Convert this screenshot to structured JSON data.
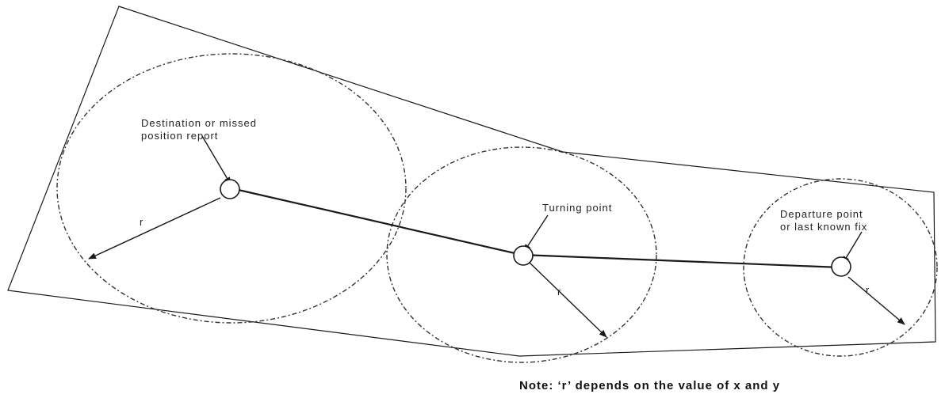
{
  "diagram": {
    "labels": {
      "destination_line1": "Destination or missed",
      "destination_line2": "position report",
      "turning": "Turning point",
      "departure_line1": "Departure point",
      "departure_line2": "or last known fix",
      "radius_symbol": "r"
    },
    "note": "Note: ‘r’ depends on the value of x and y",
    "colors": {
      "stroke": "#1a1a1a",
      "text": "#222222",
      "background": "#ffffff"
    }
  }
}
